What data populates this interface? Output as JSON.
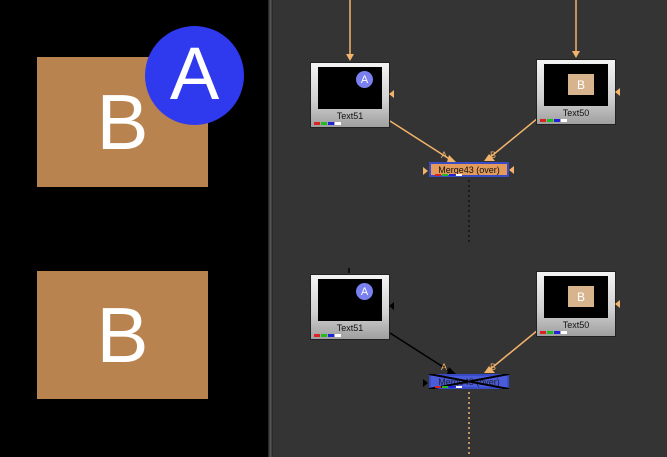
{
  "viewer": {
    "top_b_label": "B",
    "top_a_label": "A",
    "bottom_b_label": "B"
  },
  "graph": {
    "top": {
      "text_a_node": {
        "label": "Text51",
        "thumb_letter": "A"
      },
      "text_b_node": {
        "label": "Text50",
        "thumb_letter": "B"
      },
      "merge": {
        "label": "Merge43 (over)",
        "port_a": "A",
        "port_b": "B"
      }
    },
    "bottom": {
      "text_a_node": {
        "label": "Text51",
        "thumb_letter": "A"
      },
      "text_b_node": {
        "label": "Text50",
        "thumb_letter": "B"
      },
      "merge": {
        "label": "Merge43 (over)",
        "port_a": "A",
        "port_b": "B",
        "disabled": true
      }
    }
  },
  "colors": {
    "viewer_b_rect": "#b9834f",
    "viewer_a_circle": "#2f3aef",
    "graph_background": "#343434",
    "link_orange": "#f2b36b",
    "merge_fill": "#e39a5a",
    "merge_disabled_fill": "#4a5bdc"
  }
}
